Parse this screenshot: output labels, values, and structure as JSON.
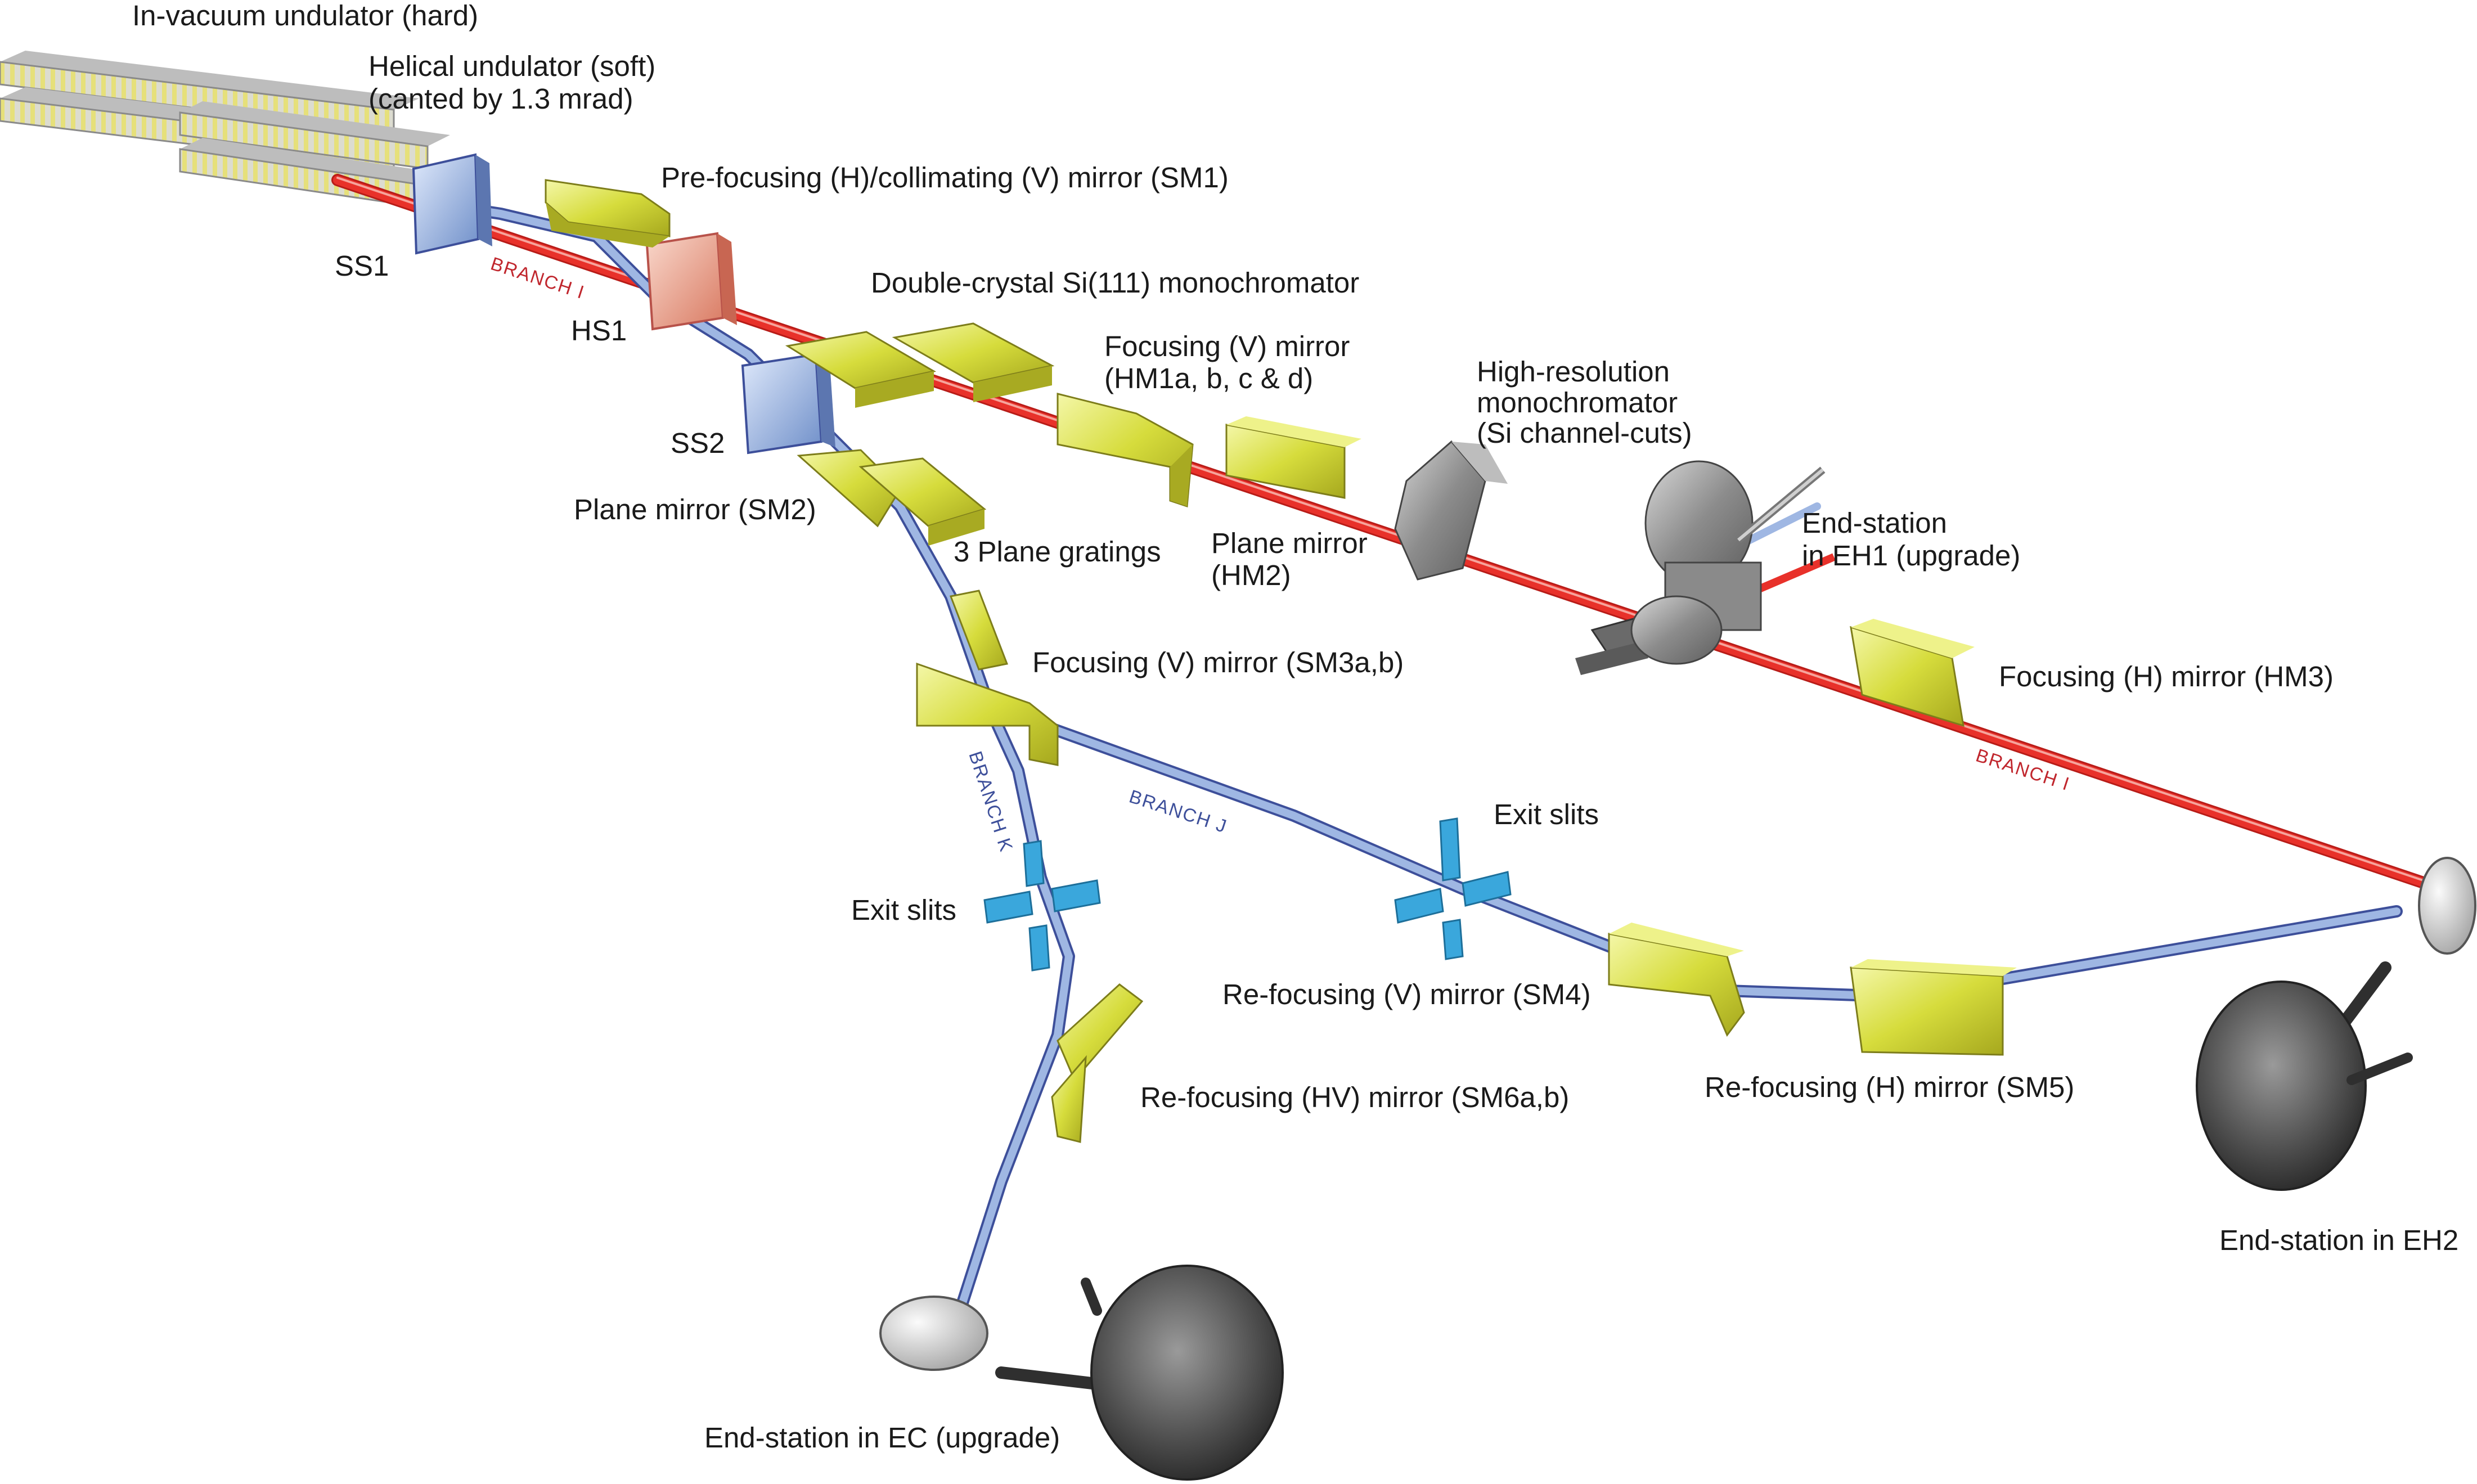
{
  "labels": {
    "in_vacuum_undulator": "In-vacuum undulator (hard)",
    "helical_undulator_1": "Helical undulator (soft)",
    "helical_undulator_2": "(canted by 1.3 mrad)",
    "sm1": "Pre-focusing (H)/collimating (V) mirror (SM1)",
    "ss1": "SS1",
    "hs1": "HS1",
    "ss2": "SS2",
    "dcm": "Double-crystal Si(111) monochromator",
    "hm1_1": "Focusing (V) mirror",
    "hm1_2": "(HM1a, b, c & d)",
    "hrm_1": "High-resolution",
    "hrm_2": "monochromator",
    "hrm_3": "(Si channel-cuts)",
    "sm2": "Plane mirror (SM2)",
    "gratings": "3 Plane gratings",
    "hm2_1": "Plane mirror",
    "hm2_2": "(HM2)",
    "eh1_1": "End-station",
    "eh1_2": "in EH1 (upgrade)",
    "sm3": "Focusing (V) mirror (SM3a,b)",
    "hm3": "Focusing (H) mirror (HM3)",
    "exit_slits_j": "Exit slits",
    "exit_slits_k": "Exit slits",
    "sm4": "Re-focusing (V) mirror (SM4)",
    "sm5": "Re-focusing (H) mirror (SM5)",
    "sm6": "Re-focusing (HV) mirror (SM6a,b)",
    "eh2": "End-station in EH2",
    "ec": "End-station in EC (upgrade)"
  },
  "branches": {
    "branch_i_1": "BRANCH I",
    "branch_i_2": "BRANCH I",
    "branch_j": "BRANCH J",
    "branch_k": "BRANCH K"
  },
  "colors": {
    "hard_beam": "#e8312a",
    "soft_beam": "#8aa6d6",
    "mirror": "#d9e04a",
    "slits": "#3aa7dc",
    "splitter_blue": "#8fb0e0",
    "splitter_red": "#e89a84",
    "chamber": "#5a5a5a"
  }
}
